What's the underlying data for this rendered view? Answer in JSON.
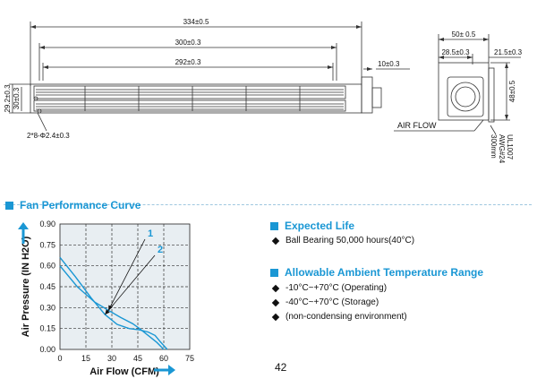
{
  "drawing": {
    "dims": {
      "overall_length": "334±0.5",
      "housing_length": "300±0.3",
      "impeller_length": "292±0.3",
      "end_width": "10±0.3",
      "height_outer": "30±0.3",
      "height_inner": "29.2±0.3",
      "holes": "2*8-Φ2.4±0.3",
      "side_width": "50±  0.5",
      "side_inner": "28.5±0.3",
      "side_offset": "21.5±0.3",
      "side_height": "48±0.5"
    },
    "airflow_label": "AIR FLOW",
    "cable_label": [
      "UL1007",
      "AWG#24",
      "300mm"
    ]
  },
  "performance": {
    "title": "Fan Performance Curve",
    "accent": "#1a97d4"
  },
  "chart_data": {
    "type": "line",
    "title": "",
    "xlabel": "Air Flow (CFM)",
    "ylabel": "Air Pressure (IN H2O)",
    "xlim": [
      0,
      75
    ],
    "ylim": [
      0,
      0.9
    ],
    "xticks": [
      0,
      15,
      30,
      45,
      60,
      75
    ],
    "yticks": [
      0.0,
      0.15,
      0.3,
      0.45,
      0.6,
      0.75,
      0.9
    ],
    "xtick_labels": [
      "0",
      "15",
      "30",
      "45",
      "60",
      "75"
    ],
    "ytick_labels": [
      "0.00",
      "0.15",
      "0.30",
      "0.45",
      "0.60",
      "0.75",
      "0.90"
    ],
    "grid": true,
    "series": [
      {
        "name": "1",
        "x": [
          0,
          10,
          20,
          28,
          35,
          42,
          46,
          51,
          56,
          60
        ],
        "y": [
          0.6,
          0.45,
          0.34,
          0.28,
          0.23,
          0.185,
          0.15,
          0.1,
          0.05,
          0.0
        ]
      },
      {
        "name": "2",
        "x": [
          0,
          9,
          18,
          26,
          33,
          40,
          46,
          51,
          55,
          58,
          62
        ],
        "y": [
          0.66,
          0.52,
          0.37,
          0.25,
          0.18,
          0.15,
          0.14,
          0.125,
          0.1,
          0.055,
          0.0
        ]
      }
    ]
  },
  "specs": {
    "expected_life": {
      "title": "Expected Life",
      "items": [
        "Ball Bearing 50,000 hours(40°C)"
      ]
    },
    "temperature": {
      "title": "Allowable Ambient Temperature Range",
      "items": [
        "-10°C~+70°C (Operating)",
        "-40°C~+70°C (Storage)",
        "(non-condensing environment)"
      ]
    }
  },
  "page_number": "42"
}
